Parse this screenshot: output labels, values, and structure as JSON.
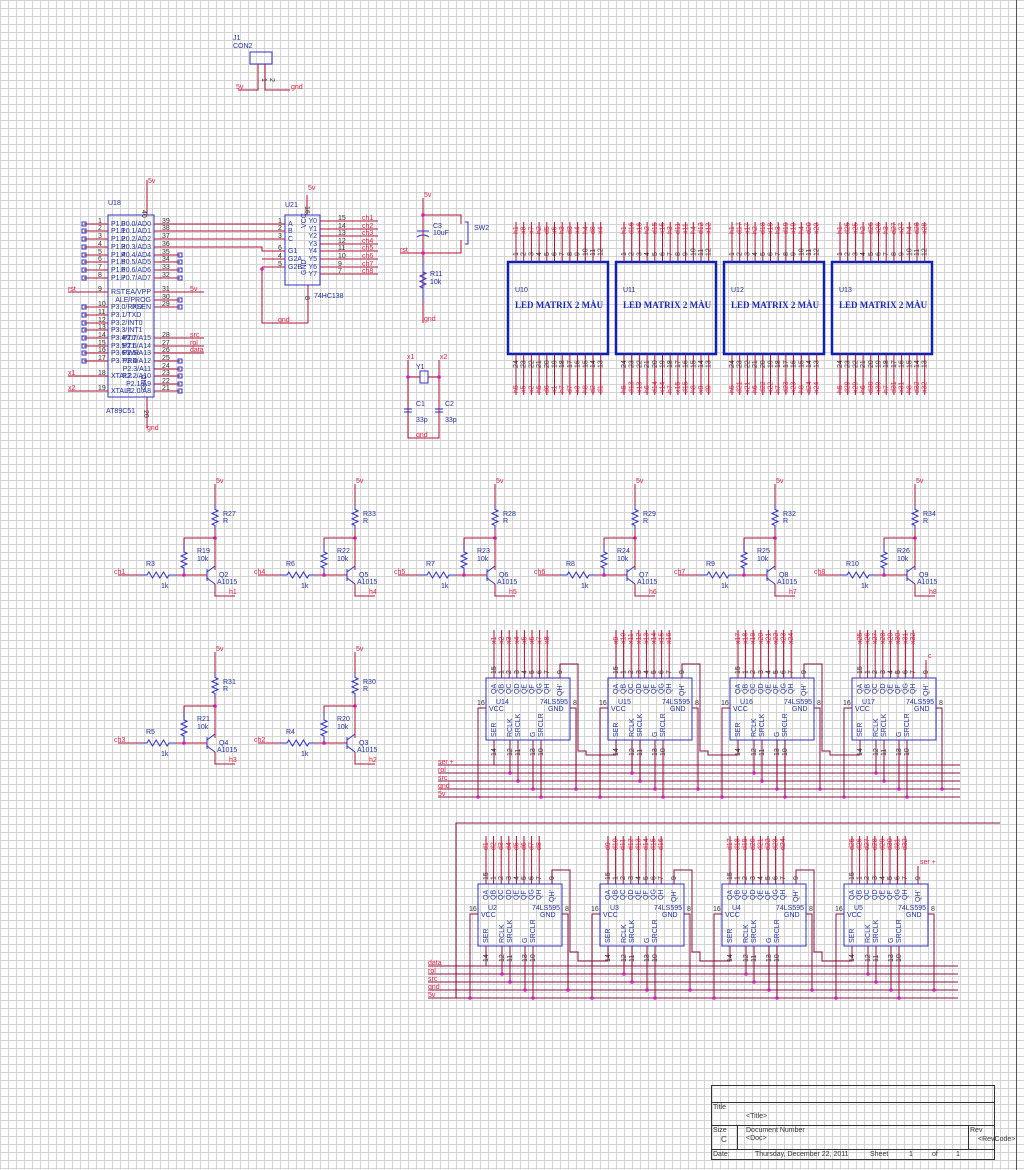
{
  "sheet": {
    "grid_visible": true,
    "colors": {
      "wire": "#b01030",
      "bus": "#8a1040",
      "part": "#3030c0",
      "net_label": "#e02040",
      "junction": "#d020c0"
    }
  },
  "connector": {
    "ref": "J1",
    "value": "CON2",
    "pins": [
      "1",
      "2"
    ],
    "nets": [
      "5v",
      "gnd"
    ]
  },
  "mcu": {
    "ref": "U18",
    "value": "AT89C51",
    "top_pin": "40",
    "bottom_pin": "20",
    "vcc_net": "5v",
    "gnd_net": "gnd",
    "gnd_label": "GND",
    "left_pins": [
      {
        "num": "1",
        "name": "P1.0"
      },
      {
        "num": "2",
        "name": "P1.1"
      },
      {
        "num": "3",
        "name": "P1.2"
      },
      {
        "num": "4",
        "name": "P1.3"
      },
      {
        "num": "5",
        "name": "P1.4"
      },
      {
        "num": "6",
        "name": "P1.5"
      },
      {
        "num": "7",
        "name": "P1.6"
      },
      {
        "num": "8",
        "name": "P1.7"
      },
      {
        "num": "9",
        "name": "RST",
        "net": "rst"
      },
      {
        "num": "10",
        "name": "P3.0/RXD"
      },
      {
        "num": "11",
        "name": "P3.1/TXD"
      },
      {
        "num": "12",
        "name": "P3.2/INT0"
      },
      {
        "num": "13",
        "name": "P3.3/INT1"
      },
      {
        "num": "14",
        "name": "P3.4/T0"
      },
      {
        "num": "15",
        "name": "P3.5/T1"
      },
      {
        "num": "16",
        "name": "P3.6/WR"
      },
      {
        "num": "17",
        "name": "P3.7/RD"
      },
      {
        "num": "18",
        "name": "XTAL2",
        "net": "x1"
      },
      {
        "num": "19",
        "name": "XTAL1",
        "net": "x2"
      }
    ],
    "right_pins": [
      {
        "num": "39",
        "name": "P0.0/AD0"
      },
      {
        "num": "38",
        "name": "P0.1/AD1"
      },
      {
        "num": "37",
        "name": "P0.2/AD2"
      },
      {
        "num": "36",
        "name": "P0.3/AD3"
      },
      {
        "num": "35",
        "name": "P0.4/AD4"
      },
      {
        "num": "34",
        "name": "P0.5/AD5"
      },
      {
        "num": "33",
        "name": "P0.6/AD6"
      },
      {
        "num": "32",
        "name": "P0.7/AD7"
      },
      {
        "num": "31",
        "name": "EA/VPP",
        "net": "5v"
      },
      {
        "num": "30",
        "name": "ALE/PROG"
      },
      {
        "num": "29",
        "name": "PSEN"
      },
      {
        "num": "28",
        "name": "P2.7/A15",
        "net": "src"
      },
      {
        "num": "27",
        "name": "P2.6/A14",
        "net": "rol"
      },
      {
        "num": "26",
        "name": "P2.5/A13",
        "net": "data"
      },
      {
        "num": "25",
        "name": "P2.4/A12"
      },
      {
        "num": "24",
        "name": "P2.3/A11"
      },
      {
        "num": "23",
        "name": "P2.2/A10"
      },
      {
        "num": "22",
        "name": "P2.1/A9"
      },
      {
        "num": "21",
        "name": "P2.0/A8"
      }
    ]
  },
  "decoder": {
    "ref": "U21",
    "value": "74HC138",
    "vcc_pin": "16",
    "gnd_pin": "8",
    "vcc_label": "VCC",
    "gnd_label": "GND",
    "vcc_net": "5v",
    "gnd_net": "gnd",
    "inputs": [
      {
        "num": "1",
        "name": "A"
      },
      {
        "num": "2",
        "name": "B"
      },
      {
        "num": "3",
        "name": "C"
      },
      {
        "num": "6",
        "name": "G1"
      },
      {
        "num": "4",
        "name": "G2A"
      },
      {
        "num": "5",
        "name": "G2B"
      }
    ],
    "outputs": [
      {
        "num": "15",
        "name": "Y0",
        "net": "ch1"
      },
      {
        "num": "14",
        "name": "Y1",
        "net": "ch2"
      },
      {
        "num": "13",
        "name": "Y2",
        "net": "ch3"
      },
      {
        "num": "12",
        "name": "Y3",
        "net": "ch4"
      },
      {
        "num": "11",
        "name": "Y4",
        "net": "ch5"
      },
      {
        "num": "10",
        "name": "Y5",
        "net": "ch6"
      },
      {
        "num": "9",
        "name": "Y6",
        "net": "ch7"
      },
      {
        "num": "7",
        "name": "Y7",
        "net": "ch8"
      }
    ]
  },
  "reset": {
    "vcc_net": "5v",
    "rst_net": "rst",
    "gnd_net": "gnd",
    "cap": {
      "ref": "C3",
      "value": "10uF"
    },
    "switch": {
      "ref": "SW2"
    },
    "resistor": {
      "ref": "R11",
      "value": "10k"
    }
  },
  "crystal": {
    "ref": "Y1",
    "nets": [
      "x1",
      "x2"
    ],
    "gnd_net": "gnd",
    "caps": [
      {
        "ref": "C1",
        "value": "33p"
      },
      {
        "ref": "C2",
        "value": "33p"
      }
    ]
  },
  "matrices": [
    {
      "ref": "U10",
      "value": "LED MATRIX 2 MÀU",
      "top_nets": [
        "h1",
        "x8",
        "x7",
        "h2",
        "d5",
        "x6",
        "h3",
        "d3",
        "x4",
        "h4",
        "d8",
        "x4"
      ],
      "bottom_nets": [
        "h5",
        "x5",
        "x2",
        "h5",
        "d6",
        "x1",
        "h7",
        "d7",
        "x3",
        "h8",
        "d2",
        "d1"
      ]
    },
    {
      "ref": "U11",
      "value": "LED MATRIX 2 MÀU",
      "top_nets": [
        "h1",
        "d16",
        "x16",
        "h2",
        "d15",
        "x15",
        "h3",
        "d11",
        "x11",
        "h4",
        "d12",
        "x12"
      ],
      "bottom_nets": [
        "h5",
        "d13",
        "x13",
        "h6",
        "d14",
        "x14",
        "h7",
        "x15",
        "d15",
        "h8",
        "x9",
        "d9"
      ]
    },
    {
      "ref": "U12",
      "value": "LED MATRIX 2 MÀU",
      "top_nets": [
        "h1",
        "d17",
        "x17",
        "h2",
        "d18",
        "x18",
        "h3",
        "d19",
        "x19",
        "h4",
        "d20",
        "x20"
      ],
      "bottom_nets": [
        "h5",
        "d21",
        "x21",
        "h6",
        "d22",
        "x22",
        "h7",
        "d23",
        "x23",
        "h8",
        "d24",
        "x24"
      ]
    },
    {
      "ref": "U13",
      "value": "LED MATRIX 2 MÀU",
      "top_nets": [
        "h1",
        "d25",
        "x25",
        "h2",
        "d26",
        "x26",
        "h3",
        "d27",
        "x27",
        "h4",
        "d28",
        "x28"
      ],
      "bottom_nets": [
        "h5",
        "d29",
        "x29",
        "h6",
        "d30",
        "x30",
        "h7",
        "d31",
        "x31",
        "h8",
        "d32",
        "x32"
      ]
    }
  ],
  "matrix_pins": {
    "top": [
      "1",
      "2",
      "3",
      "4",
      "5",
      "6",
      "7",
      "8",
      "9",
      "10",
      "11",
      "12"
    ],
    "bottom": [
      "24",
      "23",
      "22",
      "21",
      "20",
      "19",
      "18",
      "17",
      "16",
      "15",
      "14",
      "13"
    ]
  },
  "drivers": [
    {
      "in_net": "ch1",
      "rb": {
        "ref": "R3",
        "value": "1k"
      },
      "rbe": {
        "ref": "R19",
        "value": "10k"
      },
      "rc": {
        "ref": "R27",
        "value": "R"
      },
      "q": {
        "ref": "Q2",
        "value": "A1015"
      },
      "out_net": "h1"
    },
    {
      "in_net": "ch4",
      "rb": {
        "ref": "R6",
        "value": "1k"
      },
      "rbe": {
        "ref": "R22",
        "value": "10k"
      },
      "rc": {
        "ref": "R33",
        "value": "R"
      },
      "q": {
        "ref": "Q5",
        "value": "A1015"
      },
      "out_net": "h4"
    },
    {
      "in_net": "ch5",
      "rb": {
        "ref": "R7",
        "value": "1k"
      },
      "rbe": {
        "ref": "R23",
        "value": "10k"
      },
      "rc": {
        "ref": "R28",
        "value": "R"
      },
      "q": {
        "ref": "Q6",
        "value": "A1015"
      },
      "out_net": "h5"
    },
    {
      "in_net": "ch6",
      "rb": {
        "ref": "R8",
        "value": "1k"
      },
      "rbe": {
        "ref": "R24",
        "value": "10k"
      },
      "rc": {
        "ref": "R29",
        "value": "R"
      },
      "q": {
        "ref": "Q7",
        "value": "A1015"
      },
      "out_net": "h6"
    },
    {
      "in_net": "ch7",
      "rb": {
        "ref": "R9",
        "value": "1k"
      },
      "rbe": {
        "ref": "R25",
        "value": "10k"
      },
      "rc": {
        "ref": "R32",
        "value": "R"
      },
      "q": {
        "ref": "Q8",
        "value": "A1015"
      },
      "out_net": "h7"
    },
    {
      "in_net": "ch8",
      "rb": {
        "ref": "R10",
        "value": "1k"
      },
      "rbe": {
        "ref": "R26",
        "value": "10k"
      },
      "rc": {
        "ref": "R34",
        "value": "R"
      },
      "q": {
        "ref": "Q9",
        "value": "A1015"
      },
      "out_net": "h8"
    },
    {
      "in_net": "ch3",
      "rb": {
        "ref": "R5",
        "value": "1k"
      },
      "rbe": {
        "ref": "R21",
        "value": "10k"
      },
      "rc": {
        "ref": "R31",
        "value": "R"
      },
      "q": {
        "ref": "Q4",
        "value": "A1015"
      },
      "out_net": "h3"
    },
    {
      "in_net": "ch2",
      "rb": {
        "ref": "R4",
        "value": "1k"
      },
      "rbe": {
        "ref": "R20",
        "value": "10k"
      },
      "rc": {
        "ref": "R30",
        "value": "R"
      },
      "q": {
        "ref": "Q3",
        "value": "A1015"
      },
      "out_net": "h2"
    }
  ],
  "driver_vcc_net": "5v",
  "shift_reg_pins": {
    "outputs": [
      {
        "num": "15",
        "name": "QA"
      },
      {
        "num": "1",
        "name": "QB"
      },
      {
        "num": "2",
        "name": "QC"
      },
      {
        "num": "3",
        "name": "QD"
      },
      {
        "num": "4",
        "name": "QE"
      },
      {
        "num": "5",
        "name": "QF"
      },
      {
        "num": "6",
        "name": "QG"
      },
      {
        "num": "7",
        "name": "QH"
      }
    ],
    "qh_serial": {
      "num": "9",
      "name": "QH'"
    },
    "vcc": {
      "num": "16",
      "name": "VCC"
    },
    "gnd": {
      "num": "8",
      "name": "GND"
    },
    "ser": {
      "num": "14",
      "name": "SER"
    },
    "rclk": {
      "num": "12",
      "name": "RCLK"
    },
    "srclk": {
      "num": "11",
      "name": "SRCLK"
    },
    "g": {
      "num": "13",
      "name": "G"
    },
    "srclr": {
      "num": "10",
      "name": "SRCLR"
    }
  },
  "shift_rows": [
    {
      "bus_nets": [
        "ser +",
        "rol",
        "src",
        "gnd",
        "5v"
      ],
      "chips": [
        {
          "ref": "U14",
          "value": "74LS595",
          "nets": [
            "x1",
            "x2",
            "x3",
            "x4",
            "x5",
            "x6",
            "x7",
            "x8"
          ]
        },
        {
          "ref": "U15",
          "value": "74LS595",
          "nets": [
            "x9",
            "x10",
            "x11",
            "x12",
            "x13",
            "x14",
            "x15",
            "x16"
          ]
        },
        {
          "ref": "U16",
          "value": "74LS595",
          "nets": [
            "x17",
            "x18",
            "x19",
            "x20",
            "x21",
            "x22",
            "x23",
            "x24"
          ]
        },
        {
          "ref": "U17",
          "value": "74LS595",
          "nets": [
            "x25",
            "x26",
            "x27",
            "x28",
            "x29",
            "x30",
            "x31",
            "x32"
          ],
          "qh_net": "c"
        }
      ]
    },
    {
      "bus_nets": [
        "data",
        "rol",
        "src",
        "gnd",
        "5v"
      ],
      "chips": [
        {
          "ref": "U2",
          "value": "74LS595",
          "nets": [
            "d1",
            "d2",
            "d3",
            "d4",
            "d5",
            "d6",
            "d7",
            "d8"
          ]
        },
        {
          "ref": "U3",
          "value": "74LS595",
          "nets": [
            "d9",
            "d10",
            "d11",
            "d12",
            "d13",
            "d14",
            "d15",
            "d16"
          ]
        },
        {
          "ref": "U4",
          "value": "74LS595",
          "nets": [
            "d17",
            "d18",
            "d19",
            "d20",
            "d21",
            "d22",
            "d23",
            "d24"
          ]
        },
        {
          "ref": "U5",
          "value": "74LS595",
          "nets": [
            "d25",
            "d26",
            "d27",
            "d28",
            "d29",
            "d30",
            "d31",
            "d32"
          ],
          "qh_net": "ser +"
        }
      ]
    }
  ],
  "title_block": {
    "title_label": "Title",
    "title_value": "<Title>",
    "size_label": "Size",
    "size_value": "C",
    "doc_label": "Document Number",
    "doc_value": "<Doc>",
    "rev_label": "Rev",
    "rev_value": "<RevCode>",
    "date_label": "Date:",
    "date_value": "Thursday, December 22, 2011",
    "sheet_label": "Sheet",
    "sheet_value": "1",
    "of_label": "of",
    "of_value": "1"
  }
}
